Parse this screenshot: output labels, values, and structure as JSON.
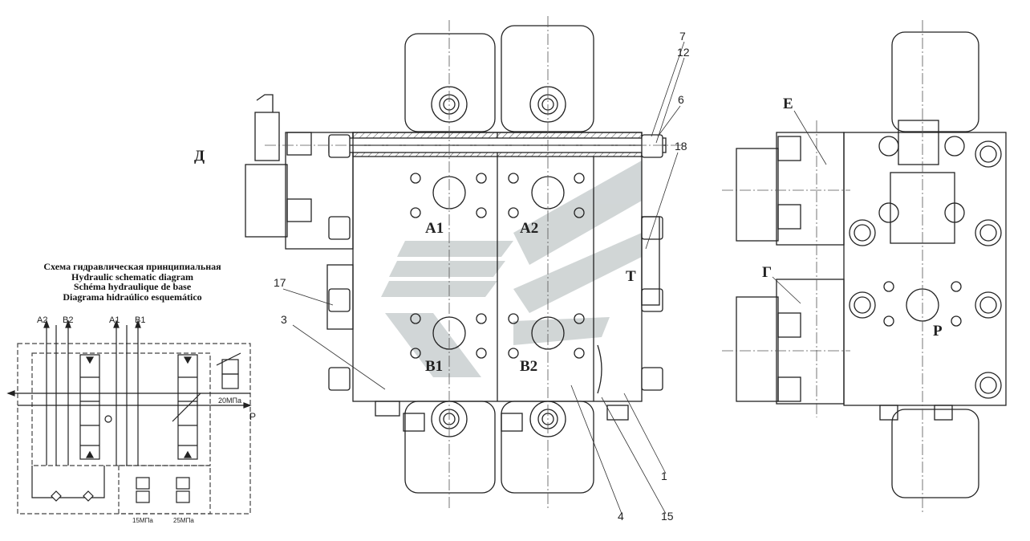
{
  "schematic": {
    "caption": [
      "Схема гидравлическая принципиальная",
      "Hydraulic schematic diagram",
      "Schéma hydraulique de base",
      "Diagrama hidraúlico esquemático"
    ],
    "port_labels": {
      "a2": "A2",
      "b2": "B2",
      "a1": "A1",
      "b1": "B1",
      "p": "P"
    },
    "pressure_labels": {
      "relief_main": "20МПа",
      "relief_1": "15МПа",
      "relief_2": "25МПа"
    }
  },
  "front_view": {
    "port_labels": {
      "a1": "A1",
      "a2": "A2",
      "b1": "B1",
      "b2": "B2",
      "t": "T",
      "d": "Д"
    },
    "callouts": {
      "c7": "7",
      "c12": "12",
      "c6": "6",
      "c18": "18",
      "c17": "17",
      "c3": "3",
      "c1": "1",
      "c4": "4",
      "c15": "15"
    }
  },
  "side_view": {
    "port_labels": {
      "e": "E",
      "g": "Г",
      "p": "P"
    }
  },
  "colors": {
    "line": "#222222",
    "watermark": "#c9cfd0",
    "centerline": "#555555"
  }
}
